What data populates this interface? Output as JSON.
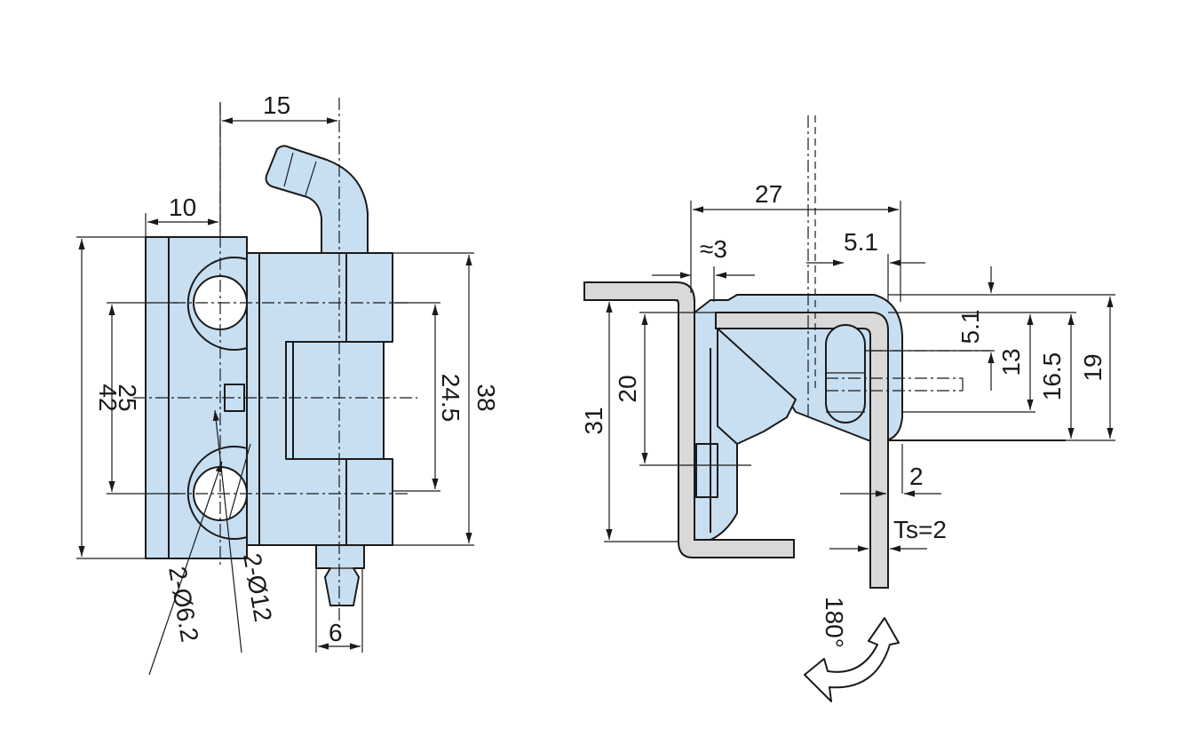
{
  "front_view": {
    "dim_15": "15",
    "dim_10": "10",
    "dim_42": "42",
    "dim_25": "25",
    "dim_24_5": "24.5",
    "dim_38": "38",
    "dim_6": "6",
    "dim_hole_small": "2-Ø6.2",
    "dim_hole_large": "2-Ø12"
  },
  "side_view": {
    "dim_27": "27",
    "dim_approx_3": "≈3",
    "dim_5_1_top": "5.1",
    "dim_5_1_side": "5.1",
    "dim_13": "13",
    "dim_16_5": "16.5",
    "dim_19": "19",
    "dim_31": "31",
    "dim_20": "20",
    "dim_2": "2",
    "dim_ts": "Ts=2",
    "rotation": "180°"
  },
  "colors": {
    "part_fill": "#c8dff2",
    "plate_fill": "#d9d9d9",
    "line": "#1a1a1a"
  }
}
